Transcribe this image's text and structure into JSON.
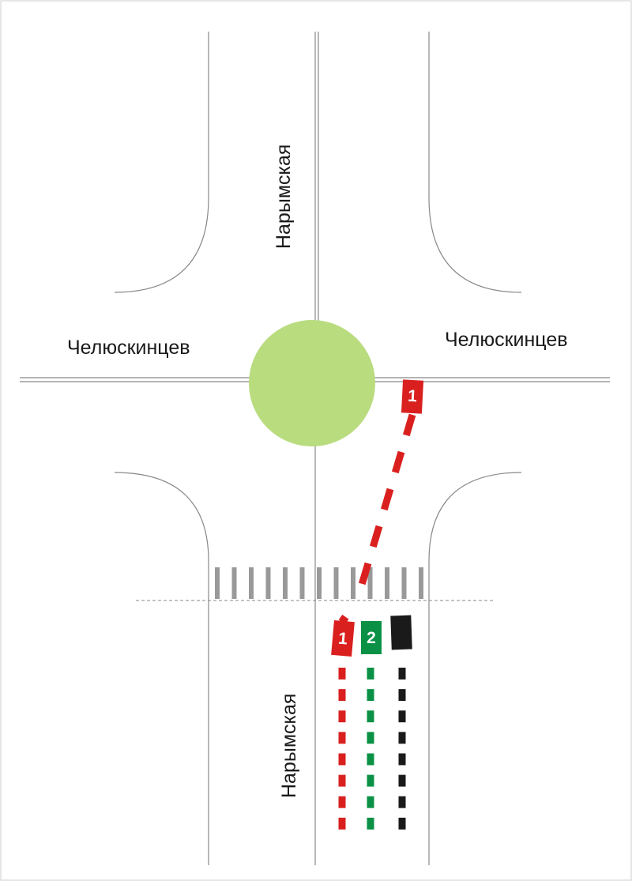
{
  "streets": {
    "vertical_top": "Нарымская",
    "vertical_bottom": "Нарымская",
    "horizontal_left": "Челюскинцев",
    "horizontal_right": "Челюскинцев"
  },
  "vehicles": [
    {
      "label": "1",
      "color": "#d9201f"
    },
    {
      "label": "2",
      "color": "#0a9145"
    },
    {
      "label": "",
      "color": "#1a1a1a"
    }
  ],
  "colors": {
    "roundabout": "#b9dc7f",
    "crosswalk": "#999999",
    "road_line": "#888888"
  }
}
